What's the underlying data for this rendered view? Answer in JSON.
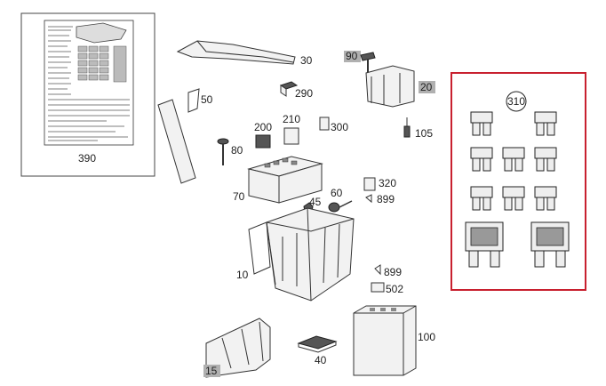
{
  "labels": {
    "p390": "390",
    "p30": "30",
    "p90": "90",
    "p20": "20",
    "p50": "50",
    "p290": "290",
    "p105": "105",
    "p200": "200",
    "p210": "210",
    "p300": "300",
    "p80": "80",
    "p70": "70",
    "p45": "45",
    "p60": "60",
    "p320": "320",
    "p899a": "899",
    "p10": "10",
    "p899b": "899",
    "p502": "502",
    "p100": "100",
    "p40": "40",
    "p15": "15",
    "p310": "310"
  },
  "colors": {
    "highlight_box": "#c8202f",
    "grey_badge": "#b0b0b0"
  }
}
